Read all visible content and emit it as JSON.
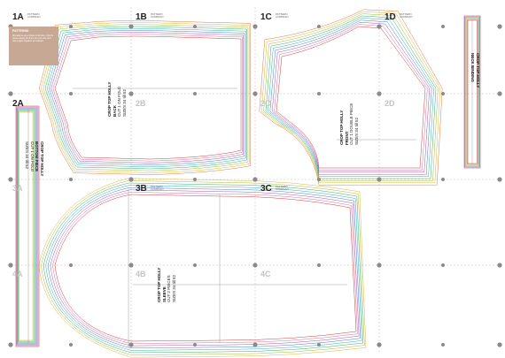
{
  "tiles": {
    "row1": [
      "1A",
      "1B",
      "1C",
      "1D"
    ],
    "row2": [
      "2A",
      "2B",
      "2C",
      "2D"
    ],
    "row3": [
      "3A",
      "3B",
      "3C"
    ],
    "row4": [
      "4A",
      "4B",
      "4C"
    ]
  },
  "brand_tag": "PATTERN\nCOMPANY",
  "legend": {
    "title": "PATTERNS",
    "body": "All patterns are printed in full size. Cut the pieces along the lines for your size and tape pages together as marked."
  },
  "pieces": {
    "back": {
      "title": "CROP TOP HOLLY",
      "name": "BACK",
      "cut": "CUT 1 ON FOLD",
      "sizes": "SIZES 34 till 52"
    },
    "front": {
      "title": "CROP TOP HOLLY",
      "name": "FRONT",
      "cut": "CUT 1 DOUBLE PIECE",
      "sizes": "SIZES 34 till 52"
    },
    "sleeve": {
      "title": "CROP TOP HOLLY",
      "name": "SLEEVE",
      "cut": "CUT 2 PIECES",
      "sizes": "SIZES 34 till 52"
    },
    "bottom": {
      "title": "CROP TOP HOLLY",
      "name": "BOTTOM PIECE",
      "cut": "CUT 1 ON FOLD",
      "sizes": "SIZES 34 till 52"
    },
    "binding": {
      "title": "CROP TOP HOLLY",
      "name": "NECK BINDING"
    }
  },
  "colors": {
    "size_lines": [
      "#d23b3b",
      "#e06a9e",
      "#9b59b6",
      "#4a7bd0",
      "#2bb3c0",
      "#3fae5a",
      "#9bc23c",
      "#e3b23c",
      "#e07b39",
      "#8a6b4a"
    ],
    "grid": "#bbbbbb",
    "marker": "#8a8a8a",
    "legend_bg": "#c7a895"
  }
}
